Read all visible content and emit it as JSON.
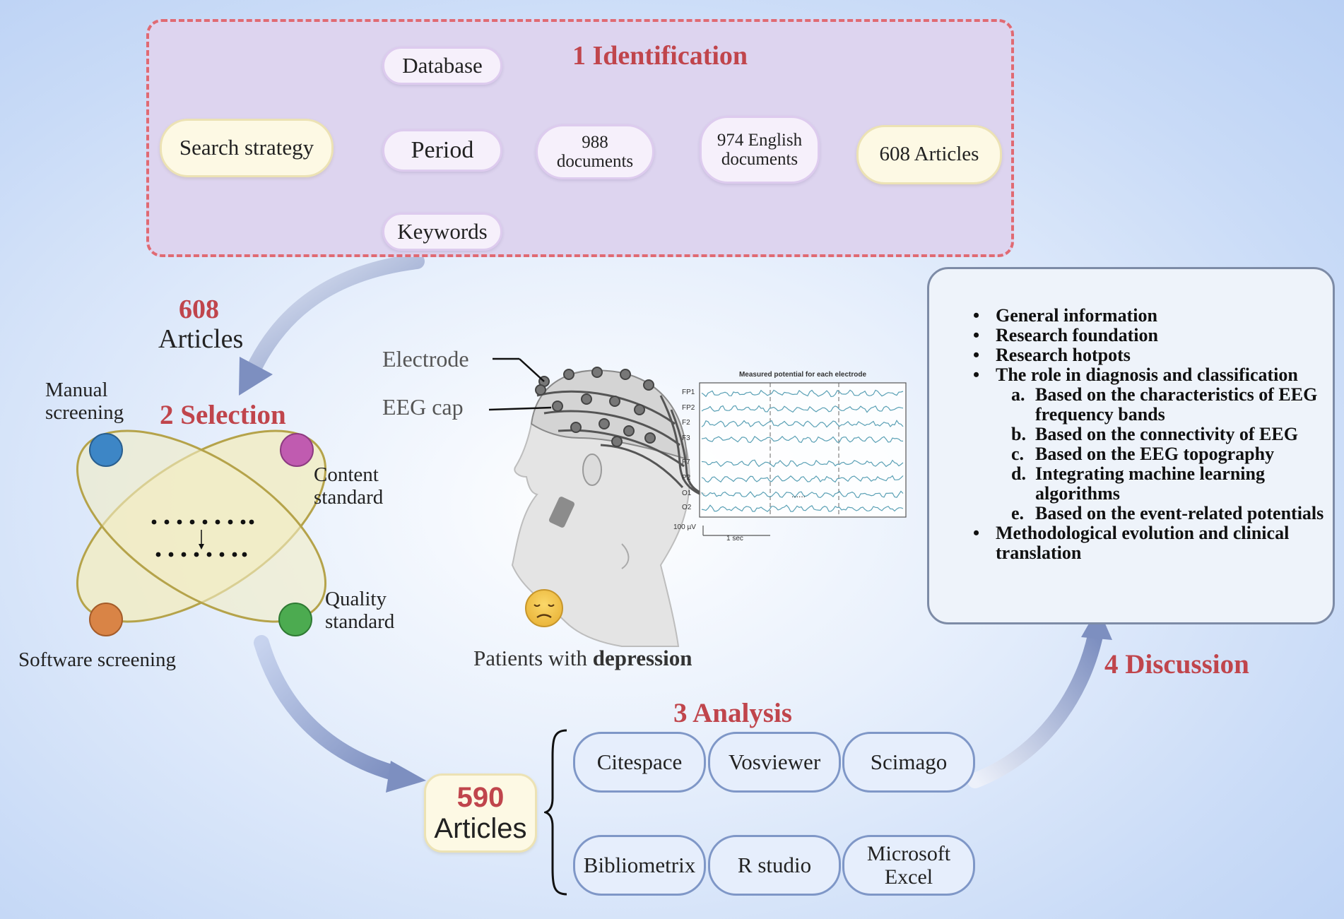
{
  "identification": {
    "title": "1  Identification",
    "search_strategy": "Search strategy",
    "database": "Database",
    "period": "Period",
    "keywords": "Keywords",
    "docs_988": "988 documents",
    "docs_974": "974 English documents",
    "articles_608": "608 Articles"
  },
  "transition_608": {
    "count": "608",
    "label": "Articles"
  },
  "selection": {
    "title": "2  Selection",
    "manual_screening": "Manual screening",
    "content_standard": "Content standard",
    "quality_standard": "Quality standard",
    "software_screening": "Software screening"
  },
  "eeg": {
    "electrode_label": "Electrode",
    "cap_label": "EEG cap",
    "caption_prefix": "Patients with ",
    "caption_bold": "depression",
    "plot_title": "Measured potential for each electrode",
    "channels": [
      "FP1",
      "FP2",
      "F2",
      "F3",
      "F7",
      "P2",
      "O1",
      "O2"
    ],
    "scale_amplitude": "100 µV",
    "scale_time": "1 sec",
    "ellipsis": "......"
  },
  "analysis": {
    "title": "3  Analysis",
    "count": "590",
    "count_label": "Articles",
    "tools": [
      "Citespace",
      "Vosviewer",
      "Scimago",
      "Bibliometrix",
      "R studio",
      "Microsoft Excel"
    ]
  },
  "discussion": {
    "title": "4  Discussion",
    "items": [
      "General information",
      "Research foundation",
      "Research hotpots",
      "The role in diagnosis and classification"
    ],
    "subitems": [
      {
        "marker": "a.",
        "text": "Based on the characteristics of EEG frequency bands"
      },
      {
        "marker": "b.",
        "text": "Based on the connectivity of EEG"
      },
      {
        "marker": "c.",
        "text": "Based on the EEG topography"
      },
      {
        "marker": "d.",
        "text": "Integrating machine learning algorithms"
      },
      {
        "marker": "e.",
        "text": "Based on the event-related potentials"
      }
    ],
    "last_item": "Methodological evolution and clinical  translation"
  },
  "colors": {
    "title_red": "#c0454c",
    "arrow_blue": "#7d8fc0",
    "manual_dot": "#3d86c6",
    "content_dot": "#c05bb0",
    "quality_dot": "#4cab50",
    "software_dot": "#d98446"
  }
}
